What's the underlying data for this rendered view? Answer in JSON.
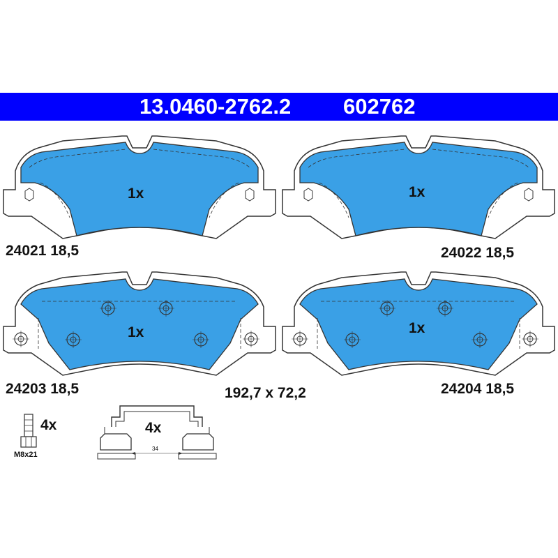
{
  "header": {
    "part_number": "13.0460-2762.2",
    "ref_number": "602762",
    "background_color": "#0000ff",
    "text_color": "#ffffff"
  },
  "pads": [
    {
      "code": "24021 18,5",
      "quantity": "1x"
    },
    {
      "code": "24022 18,5",
      "quantity": "1x"
    },
    {
      "code": "24203 18,5",
      "quantity": "1x"
    },
    {
      "code": "24204 18,5",
      "quantity": "1x"
    }
  ],
  "dimensions": "192,7 x 72,2",
  "accessories": {
    "bolt": {
      "quantity": "4x",
      "size": "M8x21"
    },
    "clip": {
      "quantity": "4x",
      "spacing": "34"
    }
  },
  "colors": {
    "pad_fill": "#3aa0e6",
    "outline": "#333333"
  }
}
